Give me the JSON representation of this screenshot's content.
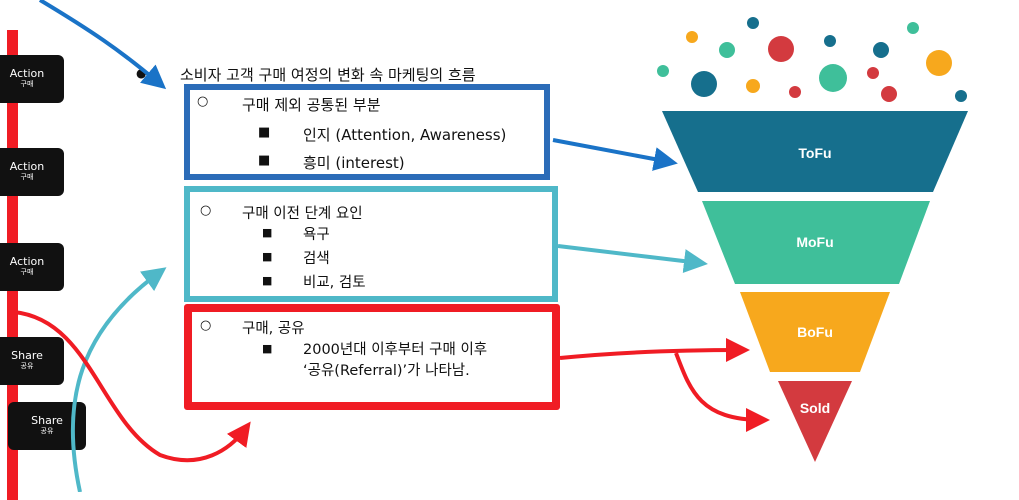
{
  "side_buttons": [
    {
      "label": "Action",
      "sub": "구매"
    },
    {
      "label": "Action",
      "sub": "구매"
    },
    {
      "label": "Action",
      "sub": "구매"
    },
    {
      "label": "Share",
      "sub": "공유"
    },
    {
      "label": "Share",
      "sub": "공유"
    }
  ],
  "main_bullet": "소비자 고객 구매 여정의 변화 속 마케팅의 흐름",
  "sections": [
    {
      "title": "구매 제외 공통된 부분",
      "items": [
        "인지 (Attention, Awareness)",
        "흥미 (interest)"
      ],
      "color": "#2b6cb8"
    },
    {
      "title": "구매 이전 단계 요인",
      "items": [
        "욕구",
        "검색",
        "비교, 검토"
      ],
      "color": "#4fb8c8"
    },
    {
      "title": "구매, 공유",
      "items": [
        "2000년대 이후부터 구매 이후",
        "‘공유(Referral)’가 나타남."
      ],
      "color": "#f01c24"
    }
  ],
  "funnel": [
    {
      "label": "ToFu",
      "color": "#166f8d"
    },
    {
      "label": "MoFu",
      "color": "#3fbf9a"
    },
    {
      "label": "BoFu",
      "color": "#f7a81d"
    },
    {
      "label": "Sold",
      "color": "#d33a3f"
    }
  ],
  "bullets": {
    "main": "●",
    "open": "○",
    "square": "■"
  },
  "colors": {
    "arrow_blue": "#1a73c7",
    "arrow_cyan": "#4fb8c8",
    "arrow_red": "#f01c24",
    "left_bar": "#f01c24"
  }
}
